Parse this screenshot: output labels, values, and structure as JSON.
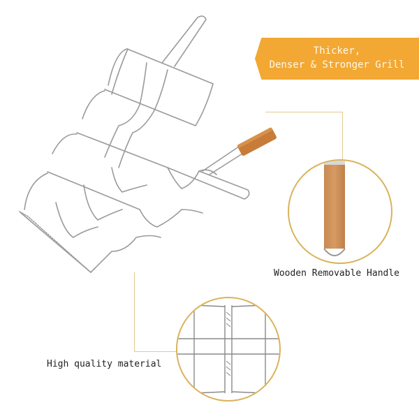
{
  "banner": {
    "line1": "Thicker,",
    "line2": "Denser & Stronger Grill",
    "color": "#f2a833"
  },
  "callouts": [
    {
      "label": "Wooden Removable Handle",
      "detail": "wooden-handle-closeup"
    },
    {
      "label": "High quality material",
      "detail": "wire-grid-closeup"
    }
  ],
  "product": {
    "name": "wavy wire grill basket",
    "handle_color": "#c77c3a",
    "accent_line_color": "#d9b35a"
  }
}
